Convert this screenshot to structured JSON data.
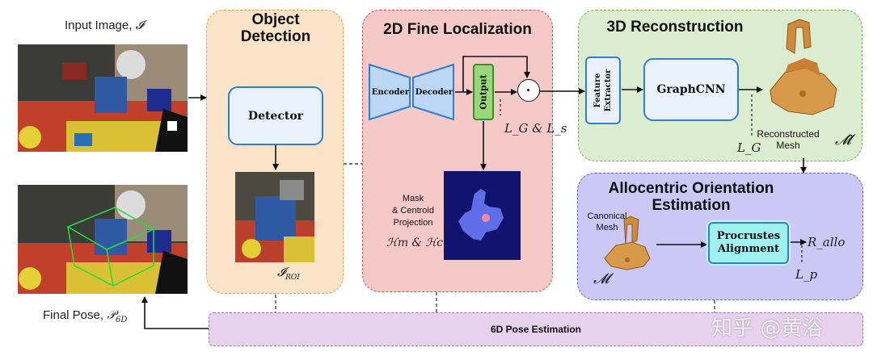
{
  "input": {
    "label": "Input Image,",
    "symbol": "𝓘"
  },
  "final": {
    "label": "Final Pose,",
    "symbol": "𝒫",
    "subscript": "6D"
  },
  "object_detection": {
    "title": "Object Detection",
    "detector": "Detector",
    "roi_symbol": "𝓘",
    "roi_subscript": "ROI"
  },
  "fine_localization": {
    "title": "2D Fine Localization",
    "encoder": "Encoder",
    "decoder": "Decoder",
    "output": "Output",
    "dot": "·",
    "loss_label": "L_G & L_s",
    "mask_caption": [
      "Mask",
      "& Centroid",
      "Projection"
    ],
    "mask_symbols": "ℋm & ℋc"
  },
  "reconstruction": {
    "title": "3D Reconstruction",
    "feature_extractor": "Feature Extractor",
    "graphcnn": "GraphCNN",
    "loss_label": "L_G",
    "mesh_caption": [
      "Reconstructed",
      "Mesh"
    ],
    "mesh_symbol": "𝓜̂"
  },
  "allocentric": {
    "title": "Allocentric Orientation Estimation",
    "canonical_caption": [
      "Canonical",
      "Mesh"
    ],
    "canonical_symbol": "𝓜",
    "procrustes": "Procrustes Alignment",
    "r_label": "R_allo",
    "loss_label": "L_p"
  },
  "pose_bar": {
    "label": "6D Pose Estimation"
  },
  "watermark": "知乎 @黄浴",
  "colors": {
    "detection_fill": "#fbe3c8",
    "detection_border": "#e2a34f",
    "localization_fill": "#f6c9c9",
    "localization_border": "#c85a5a",
    "reconstruction_fill": "#dceccf",
    "reconstruction_border": "#7aa866",
    "allocentric_fill": "#cbc8f5",
    "allocentric_border": "#6b63c9",
    "pose_bar_fill": "#e6d2ec",
    "block_border": "#2f7fd1",
    "block_fill": "#e9f2fc",
    "encoder_fill": "#bcd7f3",
    "output_fill": "#9ad67a",
    "procrustes_fill": "#9ff0ee",
    "mask_bg": "#12126f",
    "mask_shape": "#5f6ee8"
  }
}
